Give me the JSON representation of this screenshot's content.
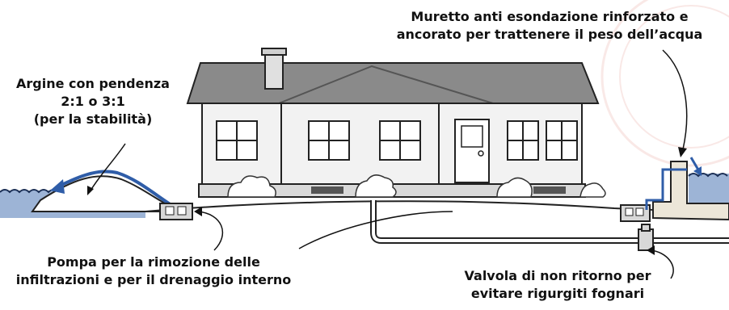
{
  "labels": {
    "levee": [
      "Argine con pendenza",
      "2:1 o 3:1",
      "(per la stabilità)"
    ],
    "floodwall": [
      "Muretto anti esondazione rinforzato e",
      "ancorato per trattenere il peso dell’acqua"
    ],
    "sump": [
      "Pompa per la rimozione delle",
      "infiltrazioni e per il drenaggio interno"
    ],
    "backflow": [
      "Valvola di non ritorno per",
      "evitare rigurgiti fognari"
    ]
  },
  "colors": {
    "water_blue": "#2f5da8",
    "roof_gray": "#8a8a8a",
    "wall_light": "#e8e8e8",
    "outline": "#222222",
    "watermark": "#e9a8a0"
  }
}
